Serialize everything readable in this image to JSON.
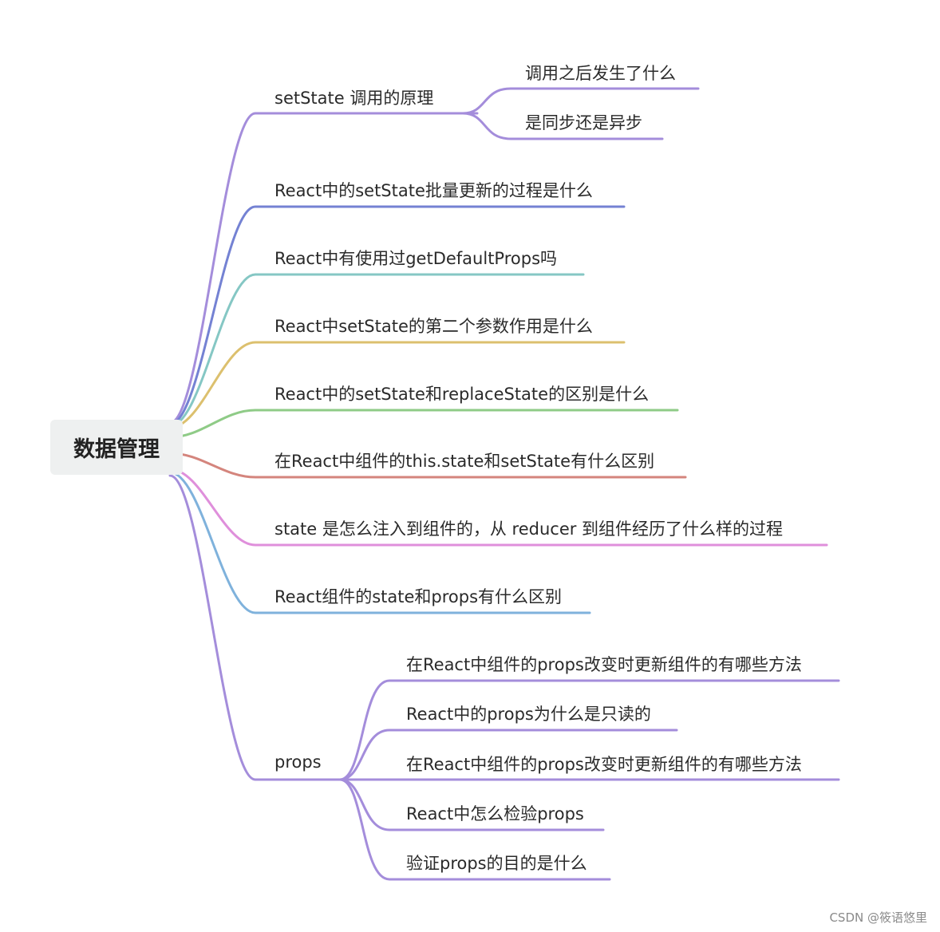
{
  "root": {
    "label": "数据管理"
  },
  "colors": {
    "purple": "#a48ddb",
    "blue": "#7482d3",
    "teal": "#85c7c4",
    "yellow": "#dcc06e",
    "green": "#8fcb87",
    "red": "#d4857d",
    "pink": "#df8fdb",
    "sky": "#7fb2dc"
  },
  "branches": [
    {
      "label": "setState 调用的原理",
      "color": "#a48ddb",
      "children": [
        {
          "label": "调用之后发生了什么"
        },
        {
          "label": "是同步还是异步"
        }
      ]
    },
    {
      "label": "React中的setState批量更新的过程是什么",
      "color": "#7482d3",
      "children": []
    },
    {
      "label": "React中有使用过getDefaultProps吗",
      "color": "#85c7c4",
      "children": []
    },
    {
      "label": "React中setState的第二个参数作用是什么",
      "color": "#dcc06e",
      "children": []
    },
    {
      "label": "React中的setState和replaceState的区别是什么",
      "color": "#8fcb87",
      "children": []
    },
    {
      "label": "在React中组件的this.state和setState有什么区别",
      "color": "#d4857d",
      "children": []
    },
    {
      "label": "state 是怎么注入到组件的，从 reducer 到组件经历了什么样的过程",
      "color": "#df8fdb",
      "children": []
    },
    {
      "label": "React组件的state和props有什么区别",
      "color": "#7fb2dc",
      "children": []
    },
    {
      "label": "props",
      "color": "#a48ddb",
      "children": [
        {
          "label": "在React中组件的props改变时更新组件的有哪些方法"
        },
        {
          "label": "React中的props为什么是只读的"
        },
        {
          "label": "在React中组件的props改变时更新组件的有哪些方法"
        },
        {
          "label": "React中怎么检验props"
        },
        {
          "label": "验证props的目的是什么"
        }
      ]
    }
  ],
  "watermark": "CSDN @筱语悠里"
}
